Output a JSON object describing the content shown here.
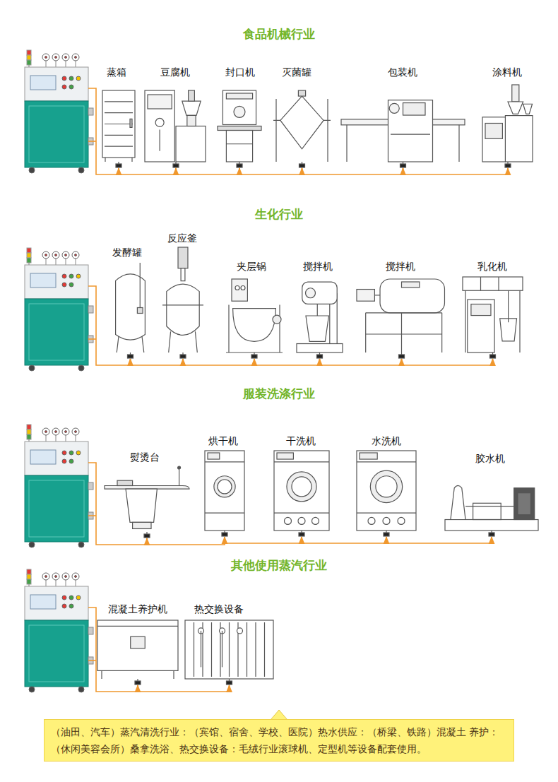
{
  "diagram": {
    "nodes": [
      {
        "text": [
          "蒸箱"
        ]
      },
      {
        "text": [
          "豆腐机"
        ]
      },
      {
        "text": [
          "封口机"
        ]
      },
      {
        "text": [
          "灭菌罐"
        ]
      },
      {
        "text": [
          "包装机"
        ]
      },
      {
        "text": [
          "涂料机"
        ]
      },
      {
        "text": [
          "发酵罐"
        ]
      },
      {
        "text": [
          "反应釜"
        ]
      },
      {
        "text": [
          "夹层锅"
        ]
      },
      {
        "text": [
          "搅拌机"
        ]
      },
      {
        "text": [
          "搅拌机"
        ]
      },
      {
        "text": [
          "乳化机"
        ]
      },
      {
        "text": [
          "熨烫台"
        ]
      },
      {
        "text": [
          "烘干机"
        ]
      },
      {
        "text": [
          "干洗机"
        ]
      },
      {
        "text": [
          "水洗机"
        ]
      },
      {
        "text": [
          "胶水机"
        ]
      },
      {
        "text": [
          "混凝土养护机"
        ]
      },
      {
        "text": [
          "热交换设备"
        ]
      },
      {
        "text": [
          "（油田、汽车）蒸汽清洗行业：（宾馆、宿舍、学校、医院）热水供应：（桥梁、铁路）混凝土 养护：（休闲美容会所）桑拿洗浴、热交换设备：毛绒行业滚球机、定型机等设备配套使用。"
        ]
      }
    ],
    "edges": [
      {
        "from": 0,
        "to": 1,
        "arrow": "to"
      },
      {
        "from": 1,
        "to": 2,
        "arrow": "to"
      },
      {
        "from": 2,
        "to": 3,
        "arrow": "to"
      },
      {
        "from": 3,
        "to": 4,
        "arrow": "to"
      },
      {
        "from": 4,
        "to": 5,
        "arrow": "to"
      },
      {
        "from": 6,
        "to": 7,
        "arrow": "to"
      },
      {
        "from": 7,
        "to": 8,
        "arrow": "to"
      },
      {
        "from": 8,
        "to": 9,
        "arrow": "to"
      },
      {
        "from": 9,
        "to": 10,
        "arrow": "to"
      },
      {
        "from": 10,
        "to": 11,
        "arrow": "to"
      },
      {
        "from": 12,
        "to": 13,
        "arrow": "to"
      },
      {
        "from": 13,
        "to": 14,
        "arrow": "to"
      },
      {
        "from": 14,
        "to": 15,
        "arrow": "to"
      },
      {
        "from": 15,
        "to": 16,
        "arrow": "to"
      },
      {
        "from": 17,
        "to": 18,
        "arrow": "to"
      }
    ],
    "labels": [
      "食品机械行业",
      "生化行业",
      "服装洗涤行业",
      "其他使用蒸汽行业"
    ]
  }
}
